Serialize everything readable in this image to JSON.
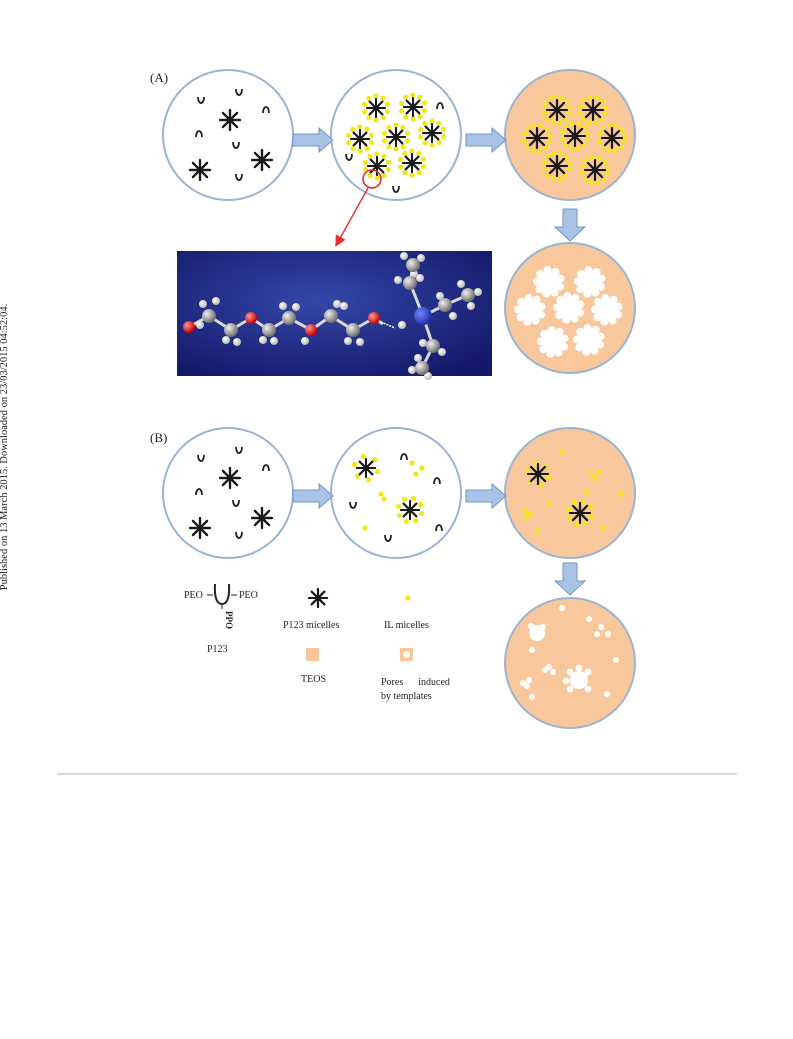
{
  "side_note": "Published on 13 March 2015. Downloaded on 23/03/2015 04:52:04.",
  "panels": {
    "a": "(A)",
    "b": "(B)"
  },
  "legend": {
    "peo_left": "PEO",
    "peo_right": "PEO",
    "ppo": "PPO",
    "p123": "P123",
    "p123_micelles": "P123 micelles",
    "il_micelles": "IL micelles",
    "teos": "TEOS",
    "pores_line1": "Pores      induced",
    "pores_line2": "by templates"
  },
  "colors": {
    "circle_border": "#9ab4d3",
    "arrow_fill": "#a9c3e6",
    "arrow_stroke": "#7294c4",
    "silica": "#f8c89c",
    "il_yellow": "#f3e61a",
    "micelle": "#1a1a1a",
    "zoom_red": "#e32f2f",
    "molecule_bg": "#1f2a7a"
  }
}
